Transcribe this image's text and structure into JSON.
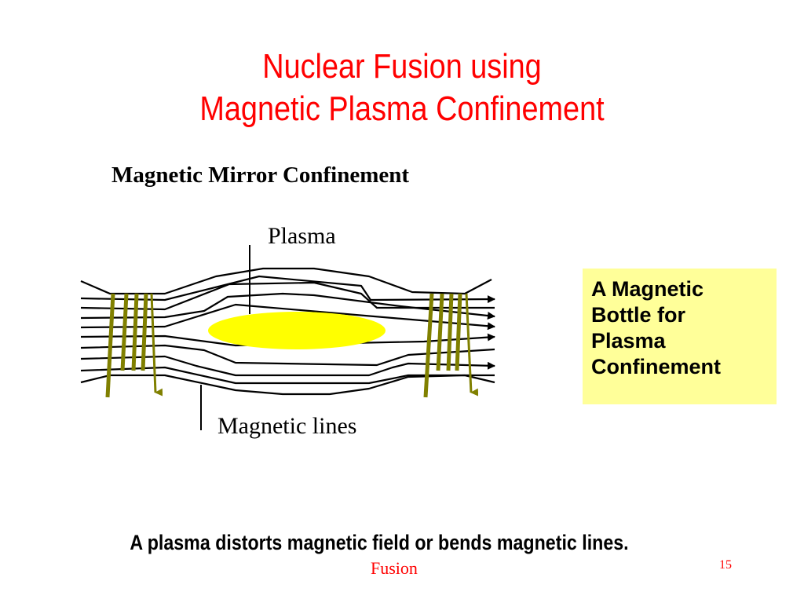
{
  "slide": {
    "title_line1": "Nuclear Fusion using",
    "title_line2": "Magnetic Plasma Confinement",
    "subtitle": "Magnetic Mirror Confinement",
    "caption": "A plasma distorts magnetic field or bends magnetic lines.",
    "footer": "Fusion",
    "page_number": "15"
  },
  "diagram": {
    "plasma_label": "Plasma",
    "lines_label": "Magnetic lines",
    "plasma_color": "#ffff00",
    "coil_color": "#808000",
    "line_color": "#000000"
  },
  "callout": {
    "lines": [
      "A Magnetic",
      "Bottle for",
      "Plasma",
      "Confinement"
    ],
    "background": "#ffff99"
  }
}
